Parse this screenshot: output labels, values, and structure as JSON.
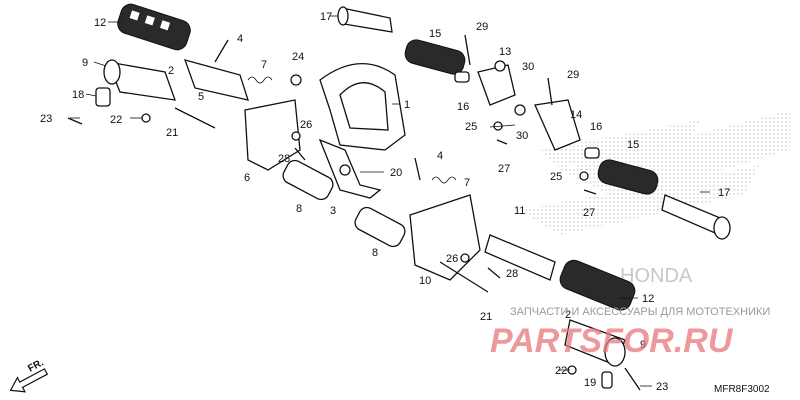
{
  "callouts": [
    {
      "n": "1"
    },
    {
      "n": "2"
    },
    {
      "n": "2"
    },
    {
      "n": "3"
    },
    {
      "n": "4"
    },
    {
      "n": "4"
    },
    {
      "n": "5"
    },
    {
      "n": "6"
    },
    {
      "n": "7"
    },
    {
      "n": "7"
    },
    {
      "n": "8"
    },
    {
      "n": "8"
    },
    {
      "n": "9"
    },
    {
      "n": "9"
    },
    {
      "n": "10"
    },
    {
      "n": "11"
    },
    {
      "n": "12"
    },
    {
      "n": "12"
    },
    {
      "n": "13"
    },
    {
      "n": "14"
    },
    {
      "n": "15"
    },
    {
      "n": "15"
    },
    {
      "n": "16"
    },
    {
      "n": "16"
    },
    {
      "n": "17"
    },
    {
      "n": "17"
    },
    {
      "n": "18"
    },
    {
      "n": "19"
    },
    {
      "n": "20"
    },
    {
      "n": "21"
    },
    {
      "n": "21"
    },
    {
      "n": "22"
    },
    {
      "n": "22"
    },
    {
      "n": "23"
    },
    {
      "n": "23"
    },
    {
      "n": "24"
    },
    {
      "n": "25"
    },
    {
      "n": "25"
    },
    {
      "n": "26"
    },
    {
      "n": "26"
    },
    {
      "n": "27"
    },
    {
      "n": "27"
    },
    {
      "n": "28"
    },
    {
      "n": "28"
    },
    {
      "n": "29"
    },
    {
      "n": "29"
    },
    {
      "n": "30"
    },
    {
      "n": "30"
    }
  ],
  "watermark": {
    "text": "ЗАПЧАСТИ И АКСЕССУАРЫ ДЛЯ МОТОТЕХНИКИ",
    "logo": "PARTSFOR.RU",
    "brand": "HONDA"
  },
  "direction_label": "FR.",
  "diagram_code": "MFR8F3002"
}
